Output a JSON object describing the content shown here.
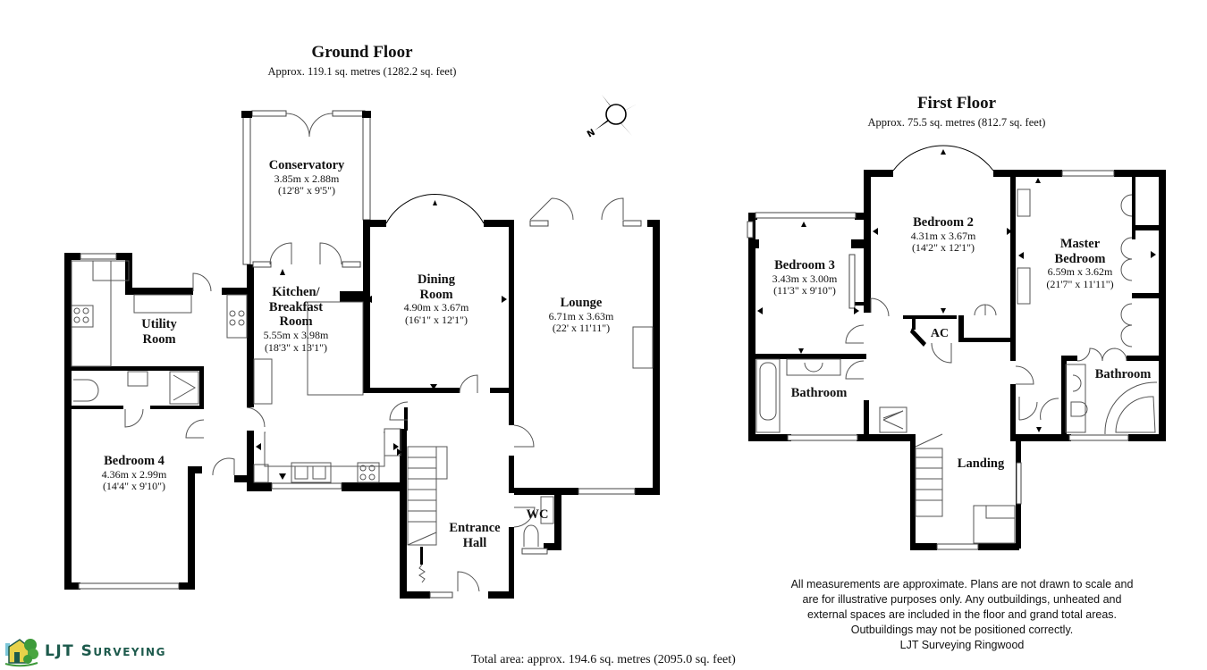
{
  "ground_floor": {
    "title": "Ground Floor",
    "area": "Approx. 119.1 sq. metres (1282.2 sq. feet)",
    "rooms": {
      "conservatory": {
        "name": "Conservatory",
        "metric": "3.85m x 2.88m",
        "imperial": "(12'8\" x 9'5\")"
      },
      "kitchen": {
        "name_line1": "Kitchen/",
        "name_line2": "Breakfast",
        "name_line3": "Room",
        "metric": "5.55m x 3.98m",
        "imperial": "(18'3\" x 13'1\")"
      },
      "dining": {
        "name_line1": "Dining",
        "name_line2": "Room",
        "metric": "4.90m x 3.67m",
        "imperial": "(16'1\" x 12'1\")"
      },
      "lounge": {
        "name": "Lounge",
        "metric": "6.71m x 3.63m",
        "imperial": "(22' x 11'11\")"
      },
      "utility": {
        "name_line1": "Utility",
        "name_line2": "Room"
      },
      "bedroom4": {
        "name": "Bedroom 4",
        "metric": "4.36m x 2.99m",
        "imperial": "(14'4\" x 9'10\")"
      },
      "entrance_hall": {
        "name_line1": "Entrance",
        "name_line2": "Hall"
      },
      "wc": {
        "name": "WC"
      }
    }
  },
  "first_floor": {
    "title": "First Floor",
    "area": "Approx.  75.5 sq. metres (812.7 sq. feet)",
    "rooms": {
      "bedroom2": {
        "name": "Bedroom 2",
        "metric": "4.31m x 3.67m",
        "imperial": "(14'2\" x 12'1\")"
      },
      "bedroom3": {
        "name": "Bedroom 3",
        "metric": "3.43m x 3.00m",
        "imperial": "(11'3\" x 9'10\")"
      },
      "master": {
        "name_line1": "Master",
        "name_line2": "Bedroom",
        "metric": "6.59m x 3.62m",
        "imperial": "(21'7\" x 11'11\")"
      },
      "bathroom_main": {
        "name": "Bathroom"
      },
      "bathroom_ensuite": {
        "name": "Bathroom"
      },
      "landing": {
        "name": "Landing"
      },
      "ac": {
        "name": "AC"
      }
    }
  },
  "compass": {
    "label": "N",
    "icon": "compass-rose-icon"
  },
  "disclaimer": {
    "lines": [
      "All measurements are approximate. Plans are not drawn to scale and",
      "are for illustrative purposes only.  Any outbuildings, unheated and",
      "external spaces are included in the floor and grand total areas.",
      "Outbuildings may  not be positioned correctly.",
      "LJT Surveying Ringwood"
    ]
  },
  "total_area": "Total area: approx. 194.6 sq. metres (2095.0 sq. feet)",
  "logo": {
    "text": "LJT Surveying",
    "icon": "house-tree-logo-icon",
    "colors": {
      "green": "#3d9a3a",
      "yellow": "#e8d24a",
      "teal": "#1d5a4c"
    }
  }
}
